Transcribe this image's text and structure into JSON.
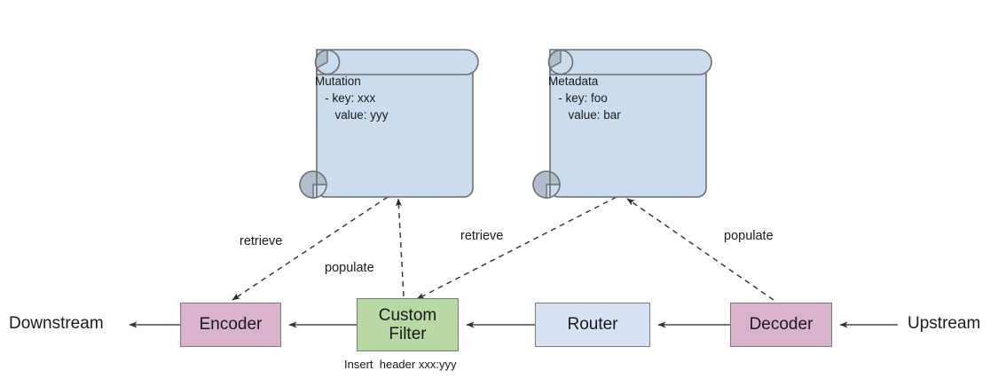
{
  "diagram": {
    "title": "Envoy filter chain with Mutation and Metadata scrolls",
    "colors": {
      "pink": "#d9b3cc",
      "green": "#b8d8a4",
      "blue": "#d6e2f3",
      "scroll_fill": "#ccdcef",
      "scroll_curl": "#adbccd",
      "stroke": "#7a7a7a",
      "arrow": "#3c3c3c",
      "background": "#ffffff"
    },
    "scrolls": [
      {
        "id": "mutation",
        "name": "Mutation",
        "lines": [
          "Mutation",
          "   - key: xxx",
          "      value: yyy"
        ],
        "text": "Mutation\n   - key: xxx\n      value: yyy"
      },
      {
        "id": "metadata",
        "name": "Metadata",
        "lines": [
          "Metadata",
          "   - key: foo",
          "      value: bar"
        ],
        "text": "Metadata\n   - key: foo\n      value: bar"
      }
    ],
    "nodes": [
      {
        "id": "encoder",
        "label": "Encoder",
        "color": "pink"
      },
      {
        "id": "custom-filter",
        "label": "Custom\nFilter",
        "color": "green"
      },
      {
        "id": "router",
        "label": "Router",
        "color": "blue"
      },
      {
        "id": "decoder",
        "label": "Decoder",
        "color": "pink"
      }
    ],
    "flow_labels": [
      {
        "id": "downstream",
        "label": "Downstream"
      },
      {
        "id": "upstream",
        "label": "Upstream"
      }
    ],
    "edge_labels": [
      {
        "id": "retrieve-left",
        "label": "retrieve"
      },
      {
        "id": "populate-left",
        "label": "populate"
      },
      {
        "id": "retrieve-right",
        "label": "retrieve"
      },
      {
        "id": "populate-right",
        "label": "populate"
      }
    ],
    "notes": [
      {
        "id": "insert-header-note",
        "label": "Insert  header xxx:yyy"
      },
      {
        "id": "clipped-bottom-note",
        "label": ""
      }
    ]
  }
}
